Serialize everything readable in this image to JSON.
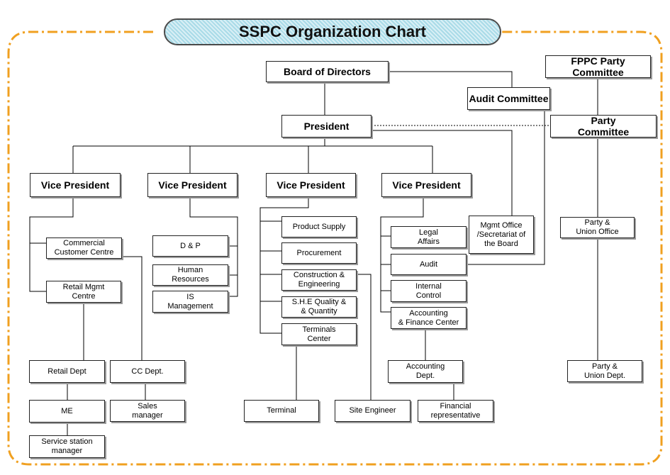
{
  "title": "SSPC  Organization Chart",
  "colors": {
    "border_dash": "#f0a020",
    "title_fill": "#a9dbe8",
    "line": "#000000"
  },
  "nodes": {
    "fppc": "FPPC Party\nCommittee",
    "board": "Board of Directors",
    "audit_committee": "Audit Committee",
    "president": "President",
    "party_committee": "Party\nCommittee",
    "vp1": "Vice President",
    "vp2": "Vice President",
    "vp3": "Vice President",
    "vp4": "Vice President",
    "commercial": "Commercial\nCustomer   Centre",
    "retail_mgmt": "Retail Mgmt\nCentre",
    "dp": "D & P",
    "hr": "Human\nResources",
    "is": "IS\nManagement",
    "product_supply": "Product Supply",
    "procurement": "Procurement",
    "construction": "Construction &\nEngineering",
    "she": "S.H.E   Quality &\n& Quantity",
    "terminals": "Terminals\nCenter",
    "legal": "Legal\nAffairs",
    "audit": "Audit",
    "internal": "Internal\nControl",
    "accounting_center": "Accounting\n& Finance  Center",
    "mgmt_office": "Mgmt Office\n/Secretariat of\nthe Board",
    "party_union_office": "Party &\nUnion   Office",
    "retail_dept": "Retail Dept",
    "cc_dept": "CC Dept.",
    "accounting_dept": "Accounting\nDept.",
    "party_union_dept": "Party &\nUnion  Dept.",
    "me": "ME",
    "sales": "Sales\nmanager",
    "terminal": "Terminal",
    "site_engineer": "Site Engineer",
    "financial": "Financial\nrepresentative",
    "service_station": "Service station\nmanager"
  }
}
